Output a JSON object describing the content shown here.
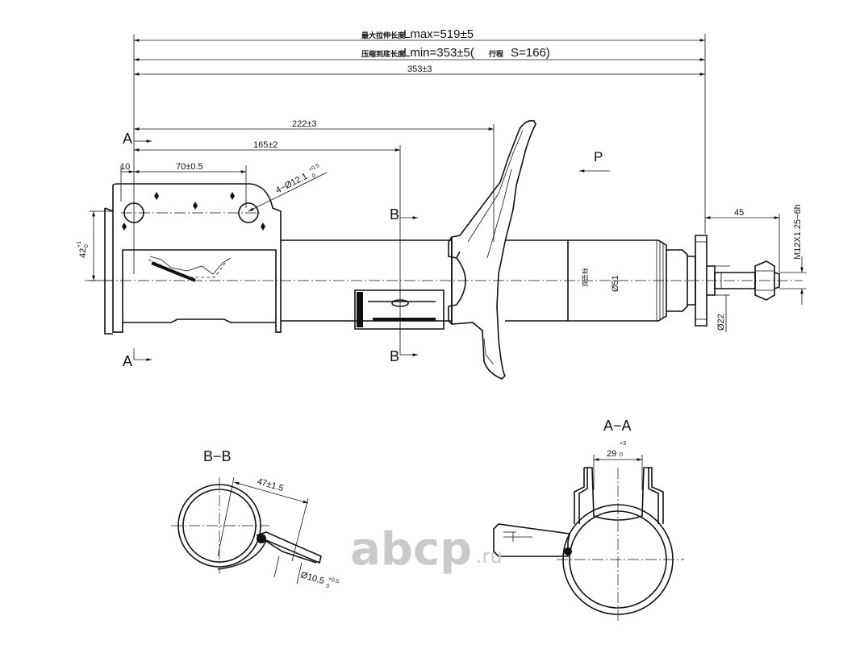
{
  "dimensions": {
    "lmax_prefix": "最大拉伸长度",
    "lmax": "Lmax=519±5",
    "lmin_prefix": "压缩到底长度",
    "lmin": "Lmin=353±5(",
    "stroke_prefix": "行程",
    "stroke": "S=166)",
    "length_353": "353±3",
    "seat_222": "222±3",
    "len_165": "165±2",
    "len_70": "70±0.5",
    "len_10": "10",
    "holes": "4−Ø12.1",
    "holes_tol": "+0.5",
    "holes_tol_low": "0",
    "height_42": "42",
    "height_42_tol": "+1",
    "height_42_tol_low": "0",
    "len_45": "45",
    "thread": "M12X1.25−6h",
    "dia_22": "Ø22",
    "dia_51": "Ø51",
    "body_mark": "双击标"
  },
  "labels": {
    "a_top": "A",
    "a_bottom": "A",
    "b_top": "B",
    "b_bottom": "B",
    "p": "P",
    "section_bb": "B−B",
    "section_aa": "A−A"
  },
  "section_bb": {
    "dim_47": "47±1.5",
    "dim_105": "Ø10.5",
    "dim_105_tol": "+0.5",
    "dim_105_tol_low": "0"
  },
  "section_aa": {
    "dim_29": "29",
    "dim_29_tol": "+3",
    "dim_29_tol_low": "0"
  },
  "watermark": {
    "brand": "abcp",
    "suffix": ".ru"
  }
}
